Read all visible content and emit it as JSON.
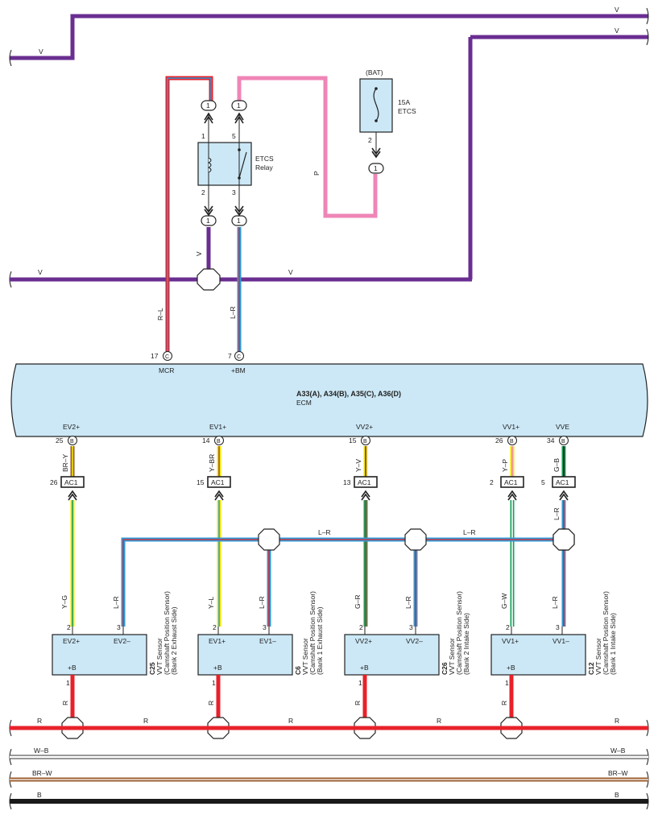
{
  "wire_colors": {
    "V": "#6a2e91",
    "R": "#e8212a",
    "L": "#2f9bd6",
    "P": "#ef85b6",
    "Y": "#f3e600",
    "G": "#1aa05a",
    "BR": "#9a5a2a",
    "W": "#ffffff",
    "B": "#1a1a1a",
    "O": "#f7a520",
    "component": "#cce8f6"
  },
  "bus_labels": {
    "v_top_right": "V",
    "v_top_right2": "V",
    "v_left": "V",
    "v_mid_left": "V",
    "v_mid_center": "V",
    "v_relay_down": "V",
    "r_left": "R",
    "r_1": "R",
    "r_2": "R",
    "r_3": "R",
    "r_right": "R",
    "wb_left": "W–B",
    "wb_right": "W–B",
    "brw_left": "BR–W",
    "brw_right": "BR–W",
    "b_left": "B",
    "b_right": "B"
  },
  "relay": {
    "name_line1": "ETCS",
    "name_line2": "Relay",
    "pin1": "1",
    "pin2": "2",
    "pin3": "3",
    "pin5": "5"
  },
  "fuse": {
    "source": "(BAT)",
    "rating": "15A",
    "name": "ETCS",
    "pin2": "2"
  },
  "connectors": {
    "one": "1"
  },
  "wire_labels": {
    "pink": "P",
    "mcr_wire": "R–L",
    "bm_wire": "L–R"
  },
  "ecm": {
    "title": "A33(A), A34(B), A35(C), A36(D)",
    "name": "ECM",
    "mcr_pin": "17",
    "mcr_conn": "C",
    "mcr_label": "MCR",
    "bm_pin": "7",
    "bm_conn": "C",
    "bm_label": "+BM"
  },
  "ecm_bottom_pins": [
    {
      "pin": "25",
      "conn": "B",
      "name": "EV2+",
      "wire": "BR–Y",
      "ac_pin": "26",
      "ac": "AC1",
      "down_wire": "Y–G"
    },
    {
      "pin": "14",
      "conn": "B",
      "name": "EV1+",
      "wire": "Y–BR",
      "ac_pin": "15",
      "ac": "AC1",
      "down_wire": "Y–L"
    },
    {
      "pin": "15",
      "conn": "B",
      "name": "VV2+",
      "wire": "Y–V",
      "ac_pin": "13",
      "ac": "AC1",
      "down_wire": "G–R"
    },
    {
      "pin": "26",
      "conn": "B",
      "name": "VV1+",
      "wire": "Y–P",
      "ac_pin": "2",
      "ac": "AC1",
      "down_wire": "G–W"
    },
    {
      "pin": "34",
      "conn": "B",
      "name": "VVE",
      "wire": "G–B",
      "ac_pin": "5",
      "ac": "AC1",
      "down_wire": "L–R"
    }
  ],
  "shield_labels": {
    "lr_1": "L–R",
    "lr_2": "L–R"
  },
  "sensors": [
    {
      "code": "C25",
      "pos": "EV2+",
      "neg": "EV2–",
      "pin_pos": "2",
      "pin_neg": "3",
      "pin_b": "1",
      "b": "+B",
      "neg_wire": "L–R",
      "pwr_wire": "R",
      "line1": "VVT Sensor",
      "line2": "(Camshaft Position Sensor)",
      "line3": "(Bank 2 Exhaust Side)"
    },
    {
      "code": "C6",
      "pos": "EV1+",
      "neg": "EV1–",
      "pin_pos": "2",
      "pin_neg": "3",
      "pin_b": "1",
      "b": "+B",
      "neg_wire": "L–R",
      "pwr_wire": "R",
      "line1": "VVT Sensor",
      "line2": "(Camshaft Position Sensor)",
      "line3": "(Bank 1 Exhaust Side)"
    },
    {
      "code": "C26",
      "pos": "VV2+",
      "neg": "VV2–",
      "pin_pos": "2",
      "pin_neg": "3",
      "pin_b": "1",
      "b": "+B",
      "neg_wire": "L–R",
      "pwr_wire": "R",
      "line1": "VVT Sensor",
      "line2": "(Camshaft Position Sensor)",
      "line3": "(Bank 2 Intake Side)"
    },
    {
      "code": "C12",
      "pos": "VV1+",
      "neg": "VV1–",
      "pin_pos": "2",
      "pin_neg": "3",
      "pin_b": "1",
      "b": "+B",
      "neg_wire": "L–R",
      "pwr_wire": "R",
      "line1": "VVT Sensor",
      "line2": "(Camshaft Position Sensor)",
      "line3": "(Bank 1 Intake Side)"
    }
  ]
}
